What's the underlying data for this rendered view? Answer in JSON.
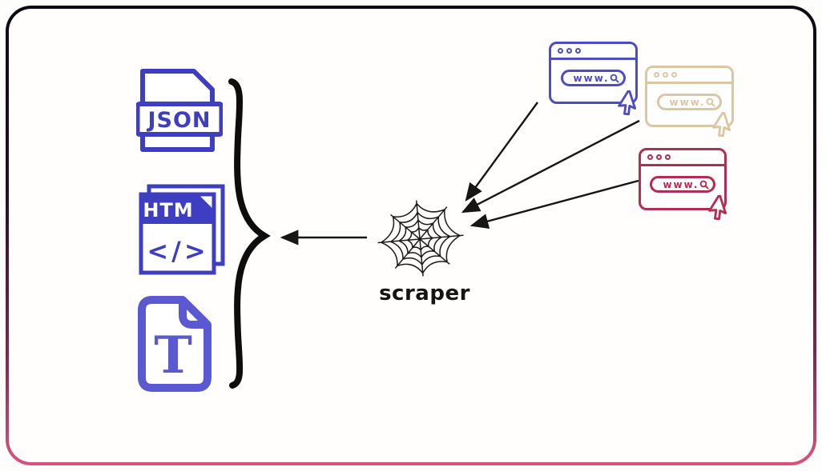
{
  "scraper": {
    "label": "scraper",
    "icon": "spider-web-icon"
  },
  "outputs": {
    "json_file": {
      "label": "JSON"
    },
    "html_file": {
      "label": "HTM",
      "code": "</>"
    },
    "text_file": {
      "letter": "T"
    }
  },
  "websites": [
    {
      "name": "blue-website",
      "url": "www."
    },
    {
      "name": "tan-website",
      "url": "www."
    },
    {
      "name": "red-website",
      "url": "www."
    }
  ],
  "colors": {
    "accent_blue": "#4d4cc0",
    "accent_blue_deep": "#3e3ec2",
    "accent_blue_light": "#5a59d2",
    "accent_tan": "#dbc7a2",
    "accent_red": "#b32d52",
    "frame_top": "#0d0a13",
    "frame_bottom": "#d9527f",
    "ink": "#161616"
  }
}
